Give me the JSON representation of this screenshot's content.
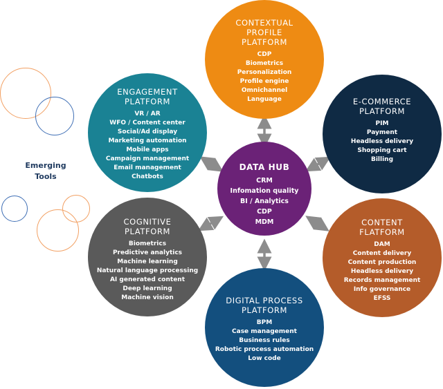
{
  "hub": {
    "title": "DATA HUB",
    "items": [
      "CRM",
      "Infomation quality",
      "BI / Analytics",
      "CDP",
      "MDM"
    ],
    "color": "#6b2277"
  },
  "contextual": {
    "title_lines": [
      "CONTEXTUAL",
      "PROFILE",
      "PLATFORM"
    ],
    "items": [
      "CDP",
      "Biometrics",
      "Personalization",
      "Profile engine",
      "Omnichannel",
      "Language"
    ],
    "color": "#ee8b13"
  },
  "ecommerce": {
    "title_lines": [
      "E-COMMERCE",
      "PLATFORM"
    ],
    "items": [
      "PIM",
      "Payment",
      "Headless delivery",
      "Shopping cart",
      "Billing"
    ],
    "color": "#0f2a44"
  },
  "content": {
    "title_lines": [
      "CONTENT",
      "FLATFORM"
    ],
    "items": [
      "DAM",
      "Content delivery",
      "Content production",
      "Headless delivery",
      "Records management",
      "Info governance",
      "EFSS"
    ],
    "color": "#b45c2a"
  },
  "digital": {
    "title_lines": [
      "DIGITAL PROCESS",
      "PLATFORM"
    ],
    "items": [
      "BPM",
      "Case management",
      "Business rules",
      "Robotic process automation",
      "Low code"
    ],
    "color": "#134f7e"
  },
  "cognitive": {
    "title_lines": [
      "COGNITIVE",
      "PLATFORM"
    ],
    "items": [
      "Biometrics",
      "Predictive analytics",
      "Machine learning",
      "Natural language processing",
      "AI generated content",
      "Deep learning",
      "Machine vision"
    ],
    "color": "#5a5a5a"
  },
  "engagement": {
    "title_lines": [
      "ENGAGEMENT",
      "PLATFORM"
    ],
    "items": [
      "VR / AR",
      "WFO / Content center",
      "Social/Ad display",
      "Marketing automation",
      "Mobile apps",
      "Campaign management",
      "Email management",
      "Chatbots"
    ],
    "color": "#1a8294"
  },
  "emerging": {
    "lines": [
      "Emerging",
      "Tools"
    ]
  },
  "colors": {
    "connector": "#8c8c8c",
    "deco_orange": "#f2a063",
    "deco_blue": "#3f6fb5"
  }
}
